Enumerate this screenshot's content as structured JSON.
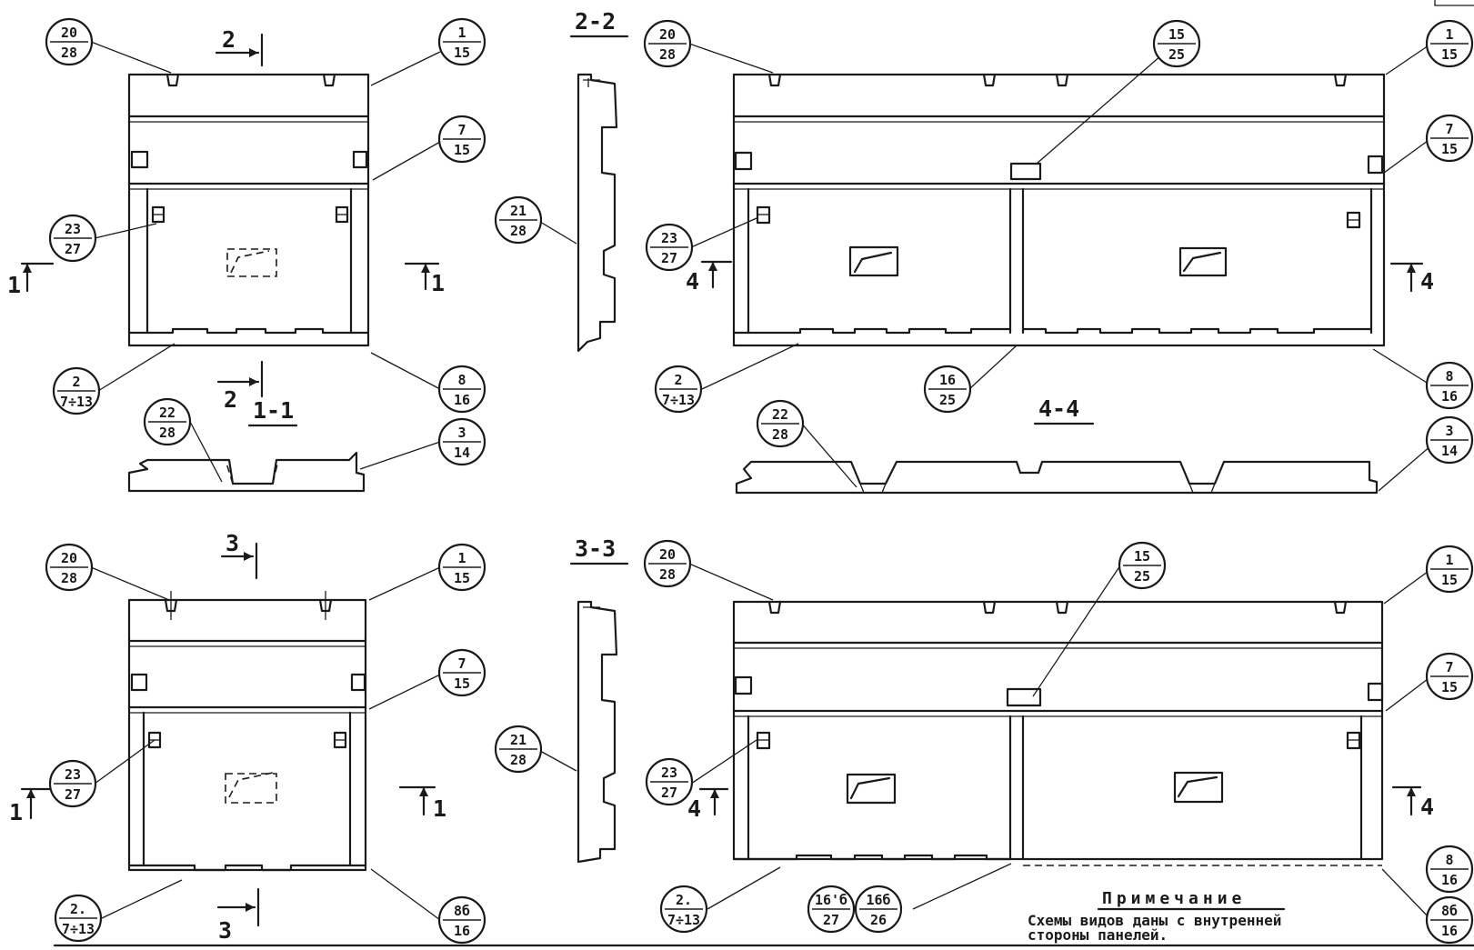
{
  "sections": {
    "s22": "2-2",
    "s33": "3-3",
    "s11": "1-1",
    "s44": "4-4"
  },
  "cuts": {
    "c2": "2",
    "c3": "3",
    "c1": "1",
    "c4": "4"
  },
  "callouts": [
    {
      "top": "20",
      "bottom": "28"
    },
    {
      "top": "1",
      "bottom": "15"
    },
    {
      "top": "7",
      "bottom": "15"
    },
    {
      "top": "23",
      "bottom": "27"
    },
    {
      "top": "2",
      "bottom": "7÷13"
    },
    {
      "top": "8",
      "bottom": "16"
    },
    {
      "top": "22",
      "bottom": "28"
    },
    {
      "top": "3",
      "bottom": "14"
    },
    {
      "top": "21",
      "bottom": "28"
    },
    {
      "top": "20",
      "bottom": "28"
    },
    {
      "top": "15",
      "bottom": "25"
    },
    {
      "top": "1",
      "bottom": "15"
    },
    {
      "top": "7",
      "bottom": "15"
    },
    {
      "top": "23",
      "bottom": "27"
    },
    {
      "top": "2",
      "bottom": "7÷13"
    },
    {
      "top": "16",
      "bottom": "25"
    },
    {
      "top": "8",
      "bottom": "16"
    },
    {
      "top": "22",
      "bottom": "28"
    },
    {
      "top": "3",
      "bottom": "14"
    },
    {
      "top": "20",
      "bottom": "28"
    },
    {
      "top": "1",
      "bottom": "15"
    },
    {
      "top": "7",
      "bottom": "15"
    },
    {
      "top": "23",
      "bottom": "27"
    },
    {
      "top": "2.",
      "bottom": "7÷13"
    },
    {
      "top": "8б",
      "bottom": "16"
    },
    {
      "top": "21",
      "bottom": "28"
    },
    {
      "top": "20",
      "bottom": "28"
    },
    {
      "top": "15",
      "bottom": "25"
    },
    {
      "top": "1",
      "bottom": "15"
    },
    {
      "top": "7",
      "bottom": "15"
    },
    {
      "top": "23",
      "bottom": "27"
    },
    {
      "top": "2.",
      "bottom": "7÷13"
    },
    {
      "top": "16'б",
      "bottom": "27"
    },
    {
      "top": "16б",
      "bottom": "26"
    },
    {
      "top": "8",
      "bottom": "16"
    },
    {
      "top": "8б",
      "bottom": "16"
    }
  ],
  "note": {
    "title": "Примечание",
    "line1": "Схемы видов даны с внутренней",
    "line2": "стороны панелей."
  }
}
